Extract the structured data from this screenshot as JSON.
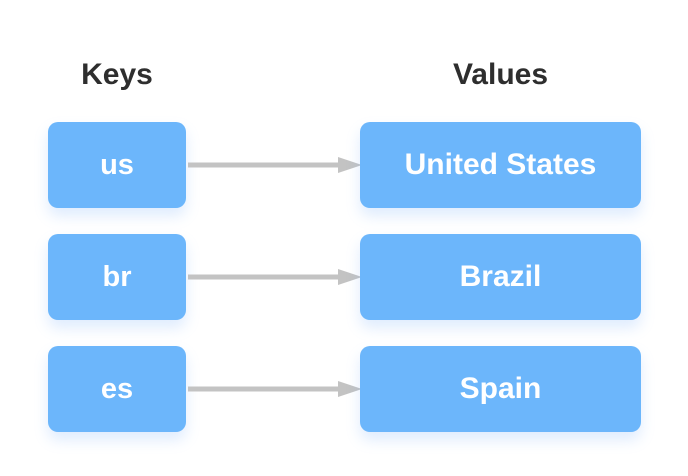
{
  "diagram": {
    "type": "key-value-mapping",
    "background_color": "#ffffff",
    "headers": {
      "keys": "Keys",
      "values": "Values"
    },
    "header_color": "#2e2e2e",
    "box_color": "#6cb6fb",
    "box_text_color": "#ffffff",
    "arrow_color": "#c3c3c3",
    "rows": [
      {
        "key": "us",
        "value": "United States"
      },
      {
        "key": "br",
        "value": "Brazil"
      },
      {
        "key": "es",
        "value": "Spain"
      }
    ]
  }
}
